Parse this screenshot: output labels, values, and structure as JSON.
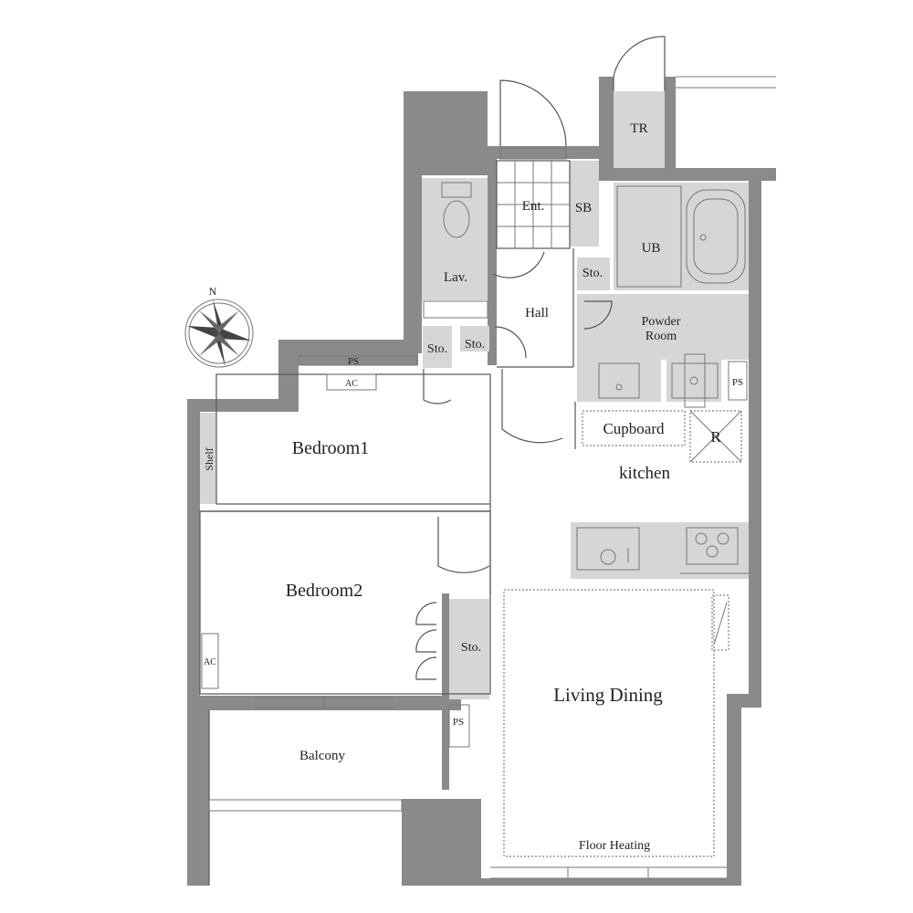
{
  "labels": {
    "tr": "TR",
    "ent": "Ent.",
    "sb": "SB",
    "ub": "UB",
    "lav": "Lav.",
    "hall": "Hall",
    "sto_small": "Sto.",
    "sto_lav": "Sto.",
    "sto_hall": "Sto.",
    "sto_bedroom2": "Sto.",
    "powder_room_line1": "Powder",
    "powder_room_line2": "Room",
    "ps_top": "PS",
    "ps_kitchen": "PS",
    "ps_lower": "PS",
    "ac_top": "AC",
    "ac_bedroom2": "AC",
    "bedroom1": "Bedroom1",
    "bedroom2": "Bedroom2",
    "shelf": "Shelf",
    "cupboard": "Cupboard",
    "refrigerator": "R",
    "kitchen": "kitchen",
    "living_dining": "Living Dining",
    "balcony": "Balcony",
    "floor_heating": "Floor Heating",
    "compass_north": "N"
  },
  "icons": {
    "compass": "compass-rose-icon",
    "toilet": "toilet-icon",
    "bathtub": "bathtub-icon",
    "sink": "sink-icon",
    "stove": "stove-icon",
    "washer": "washing-machine-icon"
  },
  "colors": {
    "wall": "#8a8a8a",
    "fixture": "#d6d6d6",
    "line": "#555555"
  }
}
